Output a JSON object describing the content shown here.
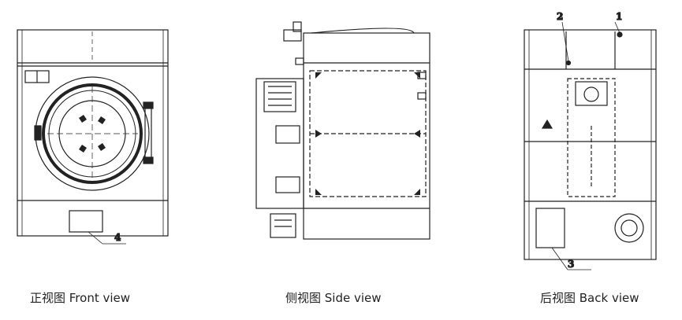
{
  "views": [
    {
      "id": "front",
      "caption": "正视图 Front view",
      "callouts": [
        "4"
      ]
    },
    {
      "id": "side",
      "caption": "侧视图 Side view",
      "callouts": []
    },
    {
      "id": "back",
      "caption": "后视图 Back view",
      "callouts": [
        "1",
        "2",
        "3"
      ]
    }
  ],
  "colors": {
    "line": "#222222",
    "background": "#ffffff"
  }
}
